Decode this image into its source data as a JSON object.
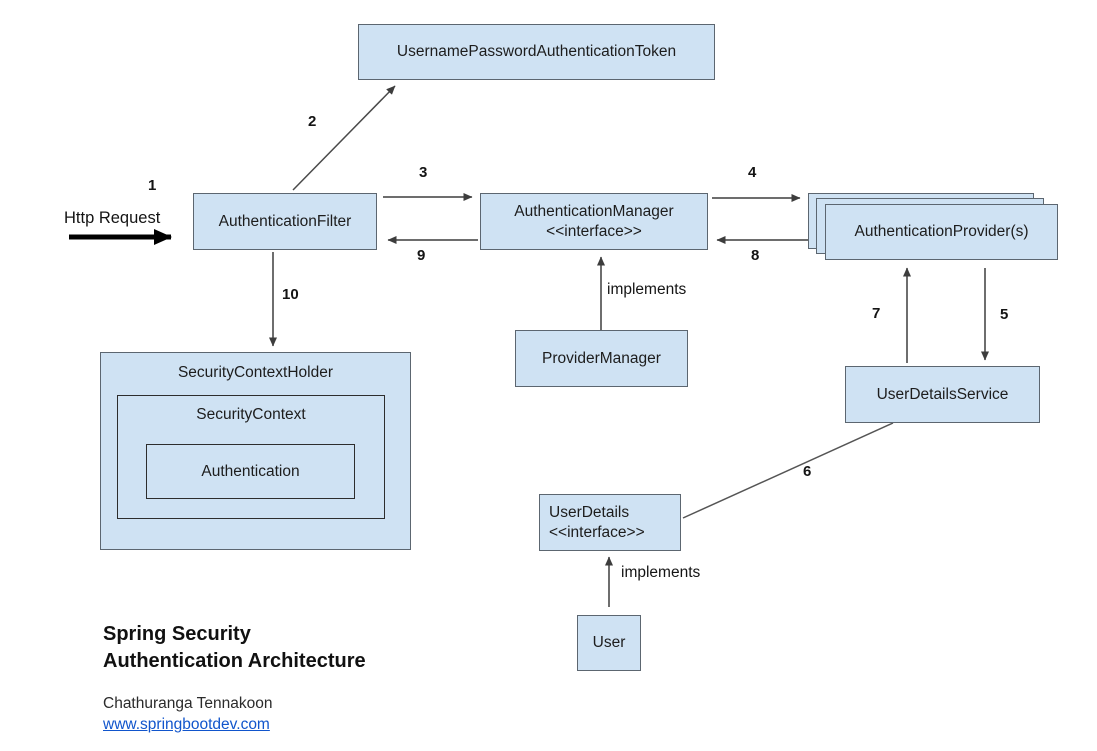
{
  "diagram": {
    "boxes": {
      "token": {
        "label": "UsernamePasswordAuthenticationToken"
      },
      "filter": {
        "label": "AuthenticationFilter"
      },
      "manager": {
        "label": "AuthenticationManager",
        "stereotype": "<<interface>>"
      },
      "providers": {
        "label": "AuthenticationProvider(s)"
      },
      "provider_manager": {
        "label": "ProviderManager"
      },
      "user_details_service": {
        "label": "UserDetailsService"
      },
      "user_details": {
        "label": "UserDetails",
        "stereotype": "<<interface>>"
      },
      "user": {
        "label": "User"
      },
      "security_context_holder": {
        "label": "SecurityContextHolder"
      },
      "security_context": {
        "label": "SecurityContext"
      },
      "authentication": {
        "label": "Authentication"
      }
    },
    "edge_labels": {
      "step1": "1",
      "step2": "2",
      "step3": "3",
      "step4": "4",
      "step5": "5",
      "step6": "6",
      "step7": "7",
      "step8": "8",
      "step9": "9",
      "step10": "10",
      "http_request": "Http Request",
      "implements_manager": "implements",
      "implements_user": "implements"
    },
    "colors": {
      "box_fill": "#cfe2f3",
      "box_border": "#5c6670",
      "inner_border": "#2d2d2d",
      "arrow": "#3d3d3d",
      "link": "#1155cc"
    }
  },
  "footer": {
    "title_line1": "Spring Security",
    "title_line2": "Authentication Architecture",
    "author": "Chathuranga Tennakoon",
    "website": "www.springbootdev.com"
  }
}
